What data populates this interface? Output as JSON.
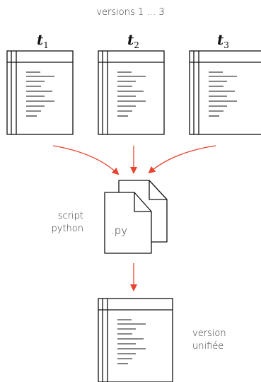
{
  "header": {
    "title": "versions 1 … 3"
  },
  "versions": [
    {
      "symbol": "t",
      "index": "1"
    },
    {
      "symbol": "t",
      "index": "2"
    },
    {
      "symbol": "t",
      "index": "3"
    }
  ],
  "script": {
    "label_line1": "script",
    "label_line2": "python",
    "file_ext": ".py"
  },
  "output": {
    "label_line1": "version",
    "label_line2": "unifiée"
  },
  "colors": {
    "arrow": "#e8432f",
    "stroke": "#111111"
  }
}
